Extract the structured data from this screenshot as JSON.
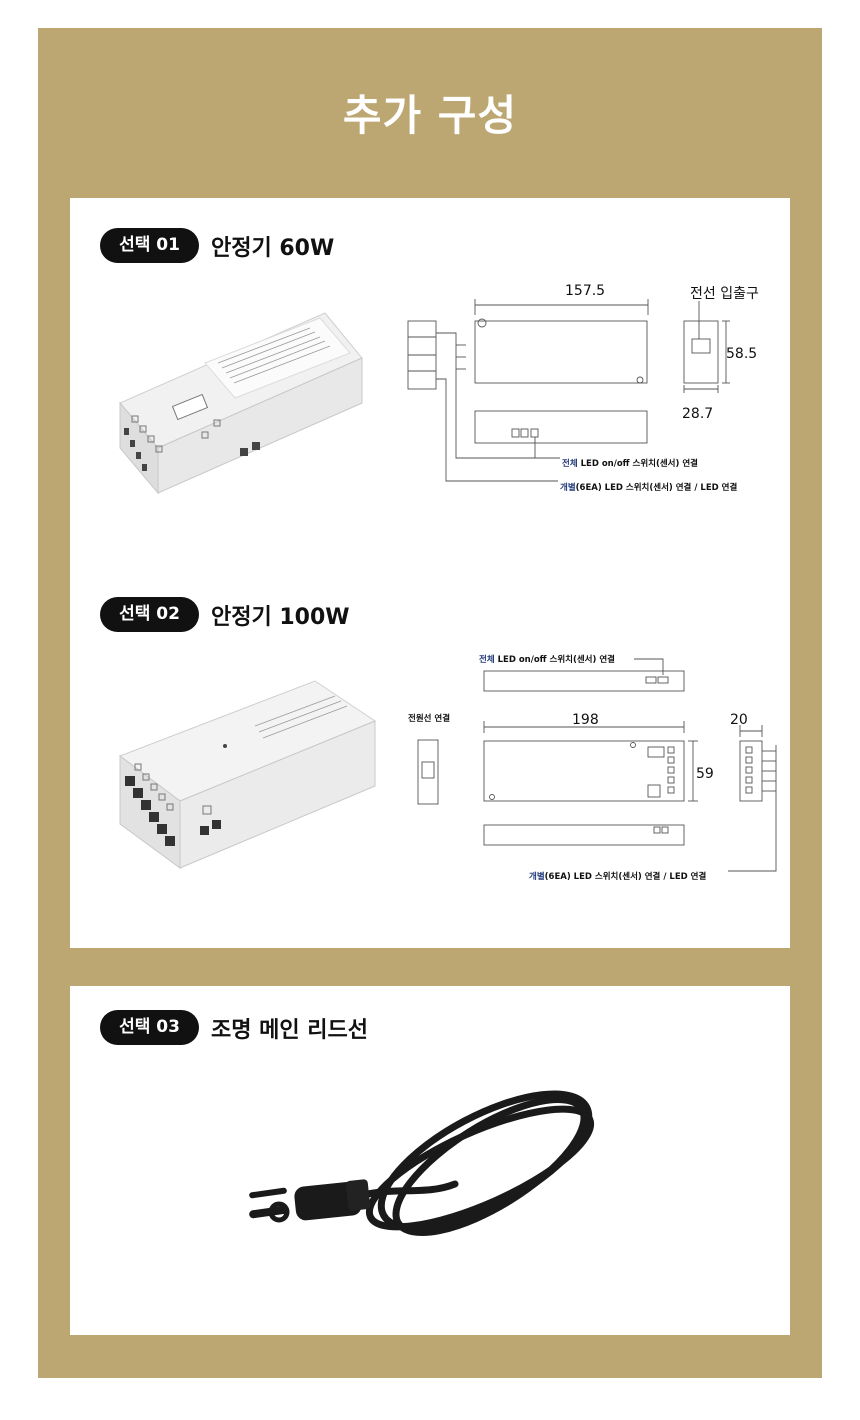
{
  "page": {
    "title": "추가 구성",
    "colors": {
      "frame": "#bca672",
      "pill": "#111111",
      "highlight": "#233a7a"
    }
  },
  "options": [
    {
      "badge": "선택 01",
      "name": "안정기 60W",
      "dims": {
        "length": "157.5",
        "height": "58.5",
        "depth": "28.7"
      },
      "labels": {
        "inlet": "전선 입출구",
        "all_prefix": "전체",
        "all_rest": " LED on/off 스위치(센서) 연결",
        "each_prefix": "개별",
        "each_rest": "(6EA) LED 스위치(센서) 연결 / LED 연결"
      }
    },
    {
      "badge": "선택 02",
      "name": "안정기 100W",
      "dims": {
        "length": "198",
        "height": "59",
        "depth": "20"
      },
      "labels": {
        "power": "전원선 연결",
        "all_prefix": "전체",
        "all_rest": " LED on/off 스위치(센서) 연결",
        "each_prefix": "개별",
        "each_rest": "(6EA) LED 스위치(센서) 연결 / LED 연결"
      }
    },
    {
      "badge": "선택 03",
      "name": "조명 메인 리드선"
    }
  ]
}
